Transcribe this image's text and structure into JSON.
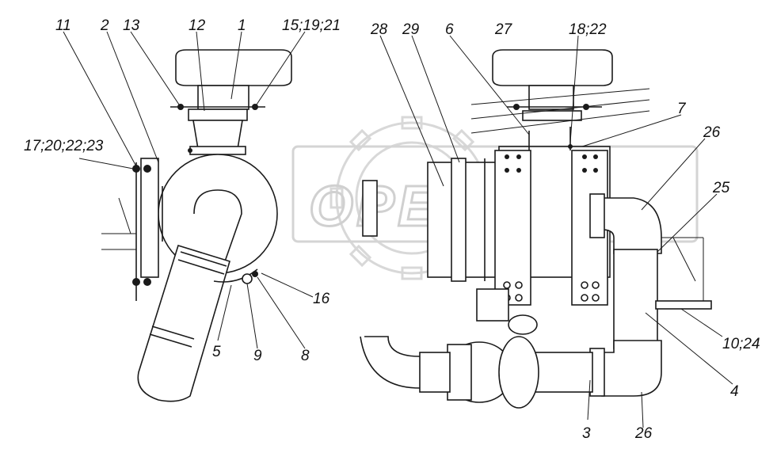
{
  "watermark": "OPEX",
  "callouts": [
    {
      "id": "c11",
      "text": "11"
    },
    {
      "id": "c2",
      "text": "2"
    },
    {
      "id": "c13",
      "text": "13"
    },
    {
      "id": "c12",
      "text": "12"
    },
    {
      "id": "c1",
      "text": "1"
    },
    {
      "id": "c15",
      "text": "15;19;21"
    },
    {
      "id": "c28",
      "text": "28"
    },
    {
      "id": "c29",
      "text": "29"
    },
    {
      "id": "c6",
      "text": "6"
    },
    {
      "id": "c27",
      "text": "27"
    },
    {
      "id": "c18",
      "text": "18;22"
    },
    {
      "id": "c7",
      "text": "7"
    },
    {
      "id": "c26a",
      "text": "26"
    },
    {
      "id": "c25",
      "text": "25"
    },
    {
      "id": "c17",
      "text": "17;20;22;23"
    },
    {
      "id": "c16",
      "text": "16"
    },
    {
      "id": "c5",
      "text": "5"
    },
    {
      "id": "c9",
      "text": "9"
    },
    {
      "id": "c8",
      "text": "8"
    },
    {
      "id": "c10",
      "text": "10;24"
    },
    {
      "id": "c4",
      "text": "4"
    },
    {
      "id": "c3",
      "text": "3"
    },
    {
      "id": "c26b",
      "text": "26"
    }
  ]
}
